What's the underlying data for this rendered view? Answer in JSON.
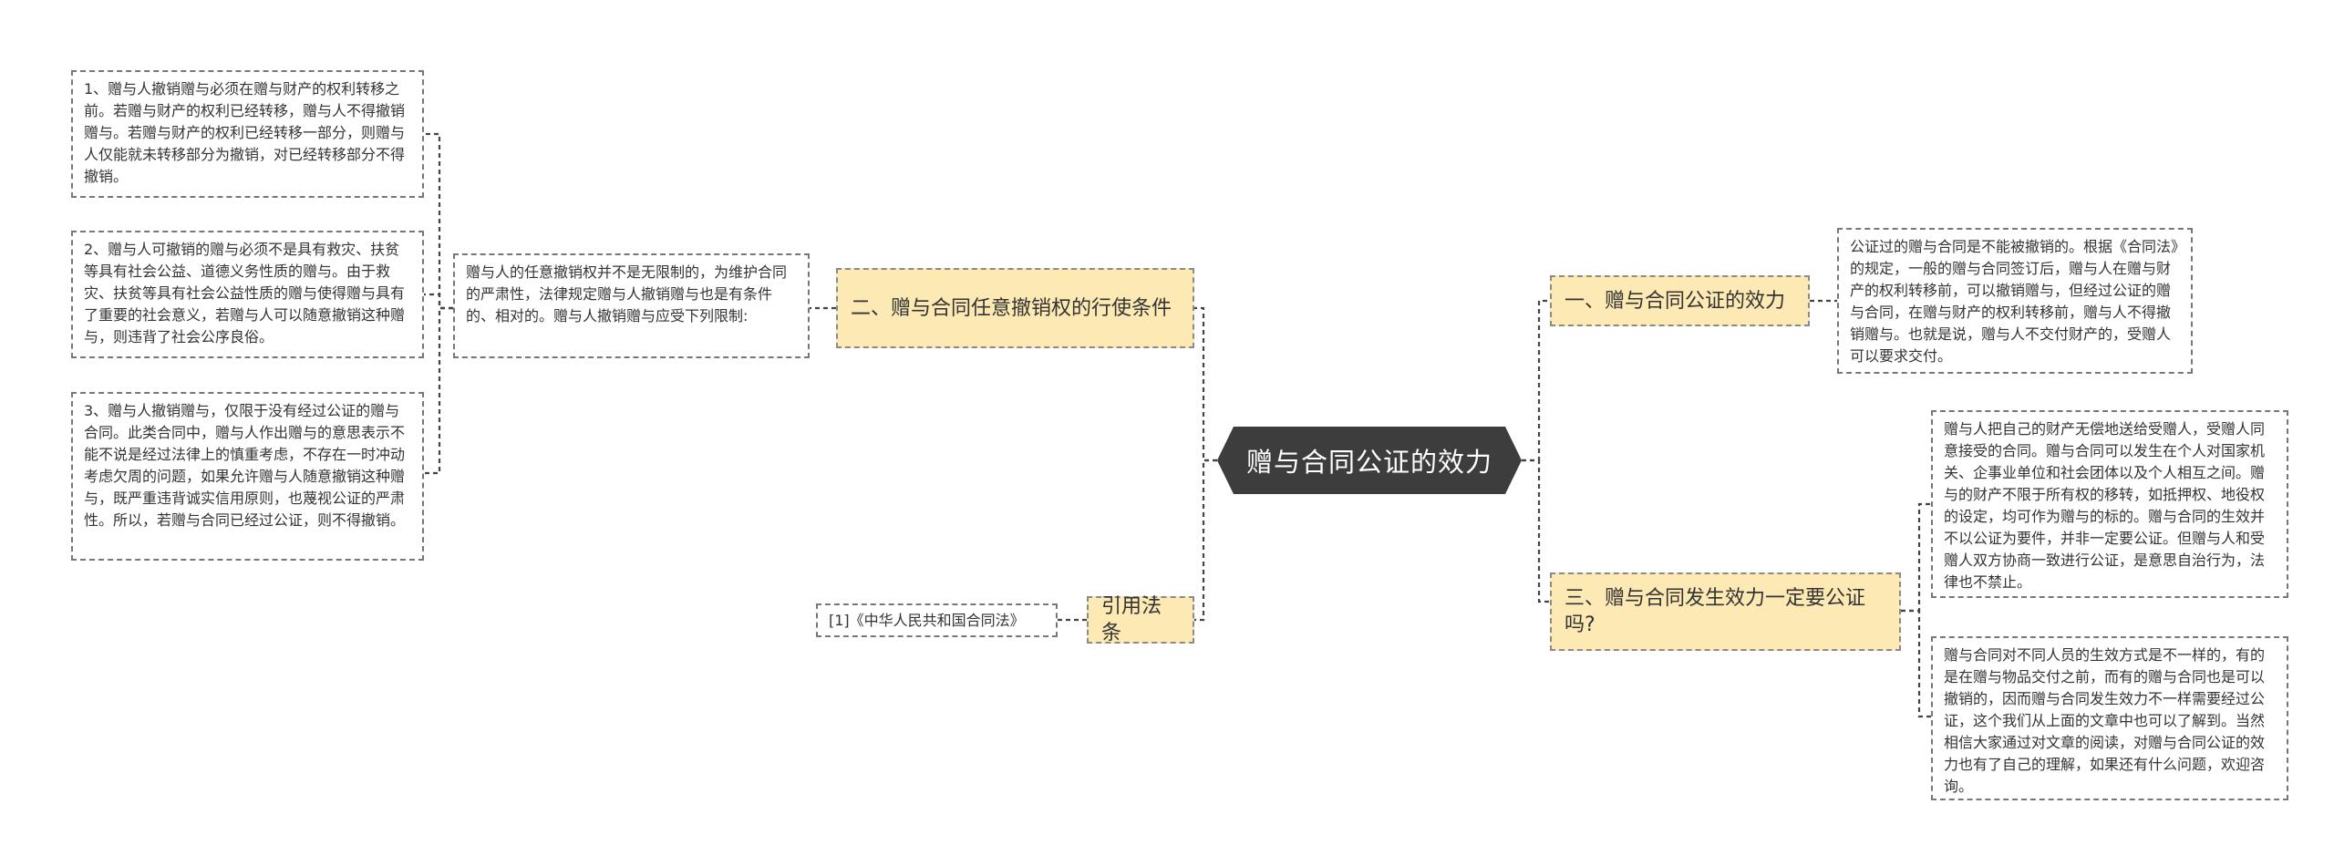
{
  "root": {
    "label": "赠与合同公证的效力"
  },
  "right": {
    "b1": {
      "label": "一、赠与合同公证的效力",
      "leaf": "公证过的赠与合同是不能被撤销的。根据《合同法》的规定，一般的赠与合同签订后，赠与人在赠与财产的权利转移前，可以撤销赠与，但经过公证的赠与合同，在赠与财产的权利转移前，赠与人不得撤销赠与。也就是说，赠与人不交付财产的，受赠人可以要求交付。"
    },
    "b3": {
      "label": "三、赠与合同发生效力一定要公证吗?",
      "leaf1": "赠与人把自己的财产无偿地送给受赠人，受赠人同意接受的合同。赠与合同可以发生在个人对国家机关、企事业单位和社会团体以及个人相互之间。赠与的财产不限于所有权的移转，如抵押权、地役权的设定，均可作为赠与的标的。赠与合同的生效并不以公证为要件，并非一定要公证。但赠与人和受赠人双方协商一致进行公证，是意思自治行为，法律也不禁止。",
      "leaf2": "赠与合同对不同人员的生效方式是不一样的，有的是在赠与物品交付之前，而有的赠与合同也是可以撤销的，因而赠与合同发生效力不一样需要经过公证，这个我们从上面的文章中也可以了解到。当然相信大家通过对文章的阅读，对赠与合同公证的效力也有了自己的理解，如果还有什么问题，欢迎咨询。"
    }
  },
  "left": {
    "b2": {
      "label": "二、赠与合同任意撤销权的行使条件",
      "mid": "赠与人的任意撤销权并不是无限制的，为维护合同的严肃性，法律规定赠与人撤销赠与也是有条件的、相对的。赠与人撤销赠与应受下列限制:",
      "leaf1": "1、赠与人撤销赠与必须在赠与财产的权利转移之前。若赠与财产的权利已经转移，赠与人不得撤销赠与。若赠与财产的权利已经转移一部分，则赠与人仅能就未转移部分为撤销，对已经转移部分不得撤销。",
      "leaf2": "2、赠与人可撤销的赠与必须不是具有救灾、扶贫等具有社会公益、道德义务性质的赠与。由于救灾、扶贫等具有社会公益性质的赠与使得赠与具有了重要的社会意义，若赠与人可以随意撤销这种赠与，则违背了社会公序良俗。",
      "leaf3": "3、赠与人撤销赠与，仅限于没有经过公证的赠与合同。此类合同中，赠与人作出赠与的意思表示不能不说是经过法律上的慎重考虑，不存在一时冲动考虑欠周的问题，如果允许赠与人随意撤销这种赠与，既严重违背诚实信用原则，也蔑视公证的严肃性。所以，若赠与合同已经过公证，则不得撤销。"
    },
    "ref": {
      "label": "引用法条",
      "leaf": "[1]《中华人民共和国合同法》"
    }
  }
}
